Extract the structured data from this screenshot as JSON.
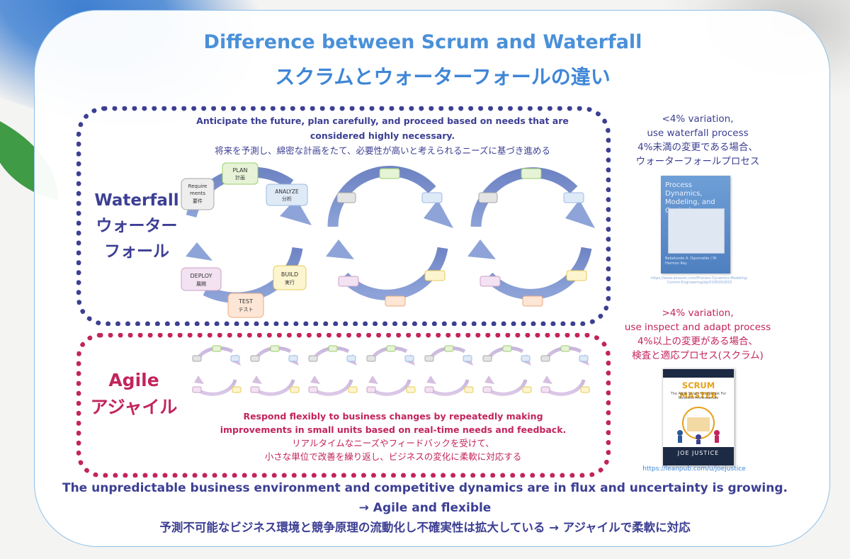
{
  "title": {
    "en": "Difference between Scrum and Waterfall",
    "ja": "スクラムとウォーターフォールの違い"
  },
  "waterfall": {
    "label_en": "Waterfall",
    "label_ja_1": "ウォーター",
    "label_ja_2": "フォール",
    "desc_en": "Anticipate the future, plan carefully, and proceed based on needs that are considered highly necessary.",
    "desc_ja": "将来を予測し、綿密な計画をたて、必要性が高いと考えられるニーズに基づき進める",
    "stages": {
      "requirements": "Require\nments\n要件",
      "plan_en": "PLAN",
      "plan_ja": "計画",
      "analyze_en": "ANALYZE",
      "analyze_ja": "分析",
      "build_en": "BUILD",
      "build_ja": "実行",
      "test_en": "TEST",
      "test_ja": "テスト",
      "deploy_en": "DEPLOY",
      "deploy_ja": "展開"
    },
    "colors": {
      "main": "#3c3f93"
    }
  },
  "agile": {
    "label_en": "Agile",
    "label_ja": "アジャイル",
    "desc_en_1": "Respond flexibly to business changes by repeatedly making",
    "desc_en_2": "improvements in small units based on real-time needs and feedback.",
    "desc_ja_1": "リアルタイムなニーズやフィードバックを受けて、",
    "desc_ja_2": "小さな単位で改善を繰り返し、ビジネスの変化に柔軟に対応する",
    "colors": {
      "main": "#c2245d"
    }
  },
  "side": {
    "waterfall_lines": [
      "<4% variation,",
      "use waterfall process",
      "4%未満の変更である場合、",
      "ウォーターフォールプロセス"
    ],
    "agile_lines": [
      ">4% variation,",
      "use inspect and adapt process",
      "4%以上の変更がある場合、",
      "検査と適応プロセス(スクラム)"
    ],
    "book1_title": "Process Dynamics, Modeling, and Control",
    "book1_authors": "Babatunde A. Ogunnaike / W. Harmon Ray",
    "book2_title": "SCRUM MASTER",
    "book2_subtitle": "The Agile Scrum Guidebook For Business Professionals",
    "book2_author": "JOE JUSTICE",
    "book2_caption": "https://leanpub.com/u/joejustice"
  },
  "footer": {
    "line1": "The unpredictable business environment and competitive dynamics are in flux and uncertainty is growing.",
    "line2": "→ Agile and flexible",
    "line3": "予測不可能なビジネス環境と競争原理の流動化し不確実性は拡大している → アジャイルで柔軟に対応"
  }
}
